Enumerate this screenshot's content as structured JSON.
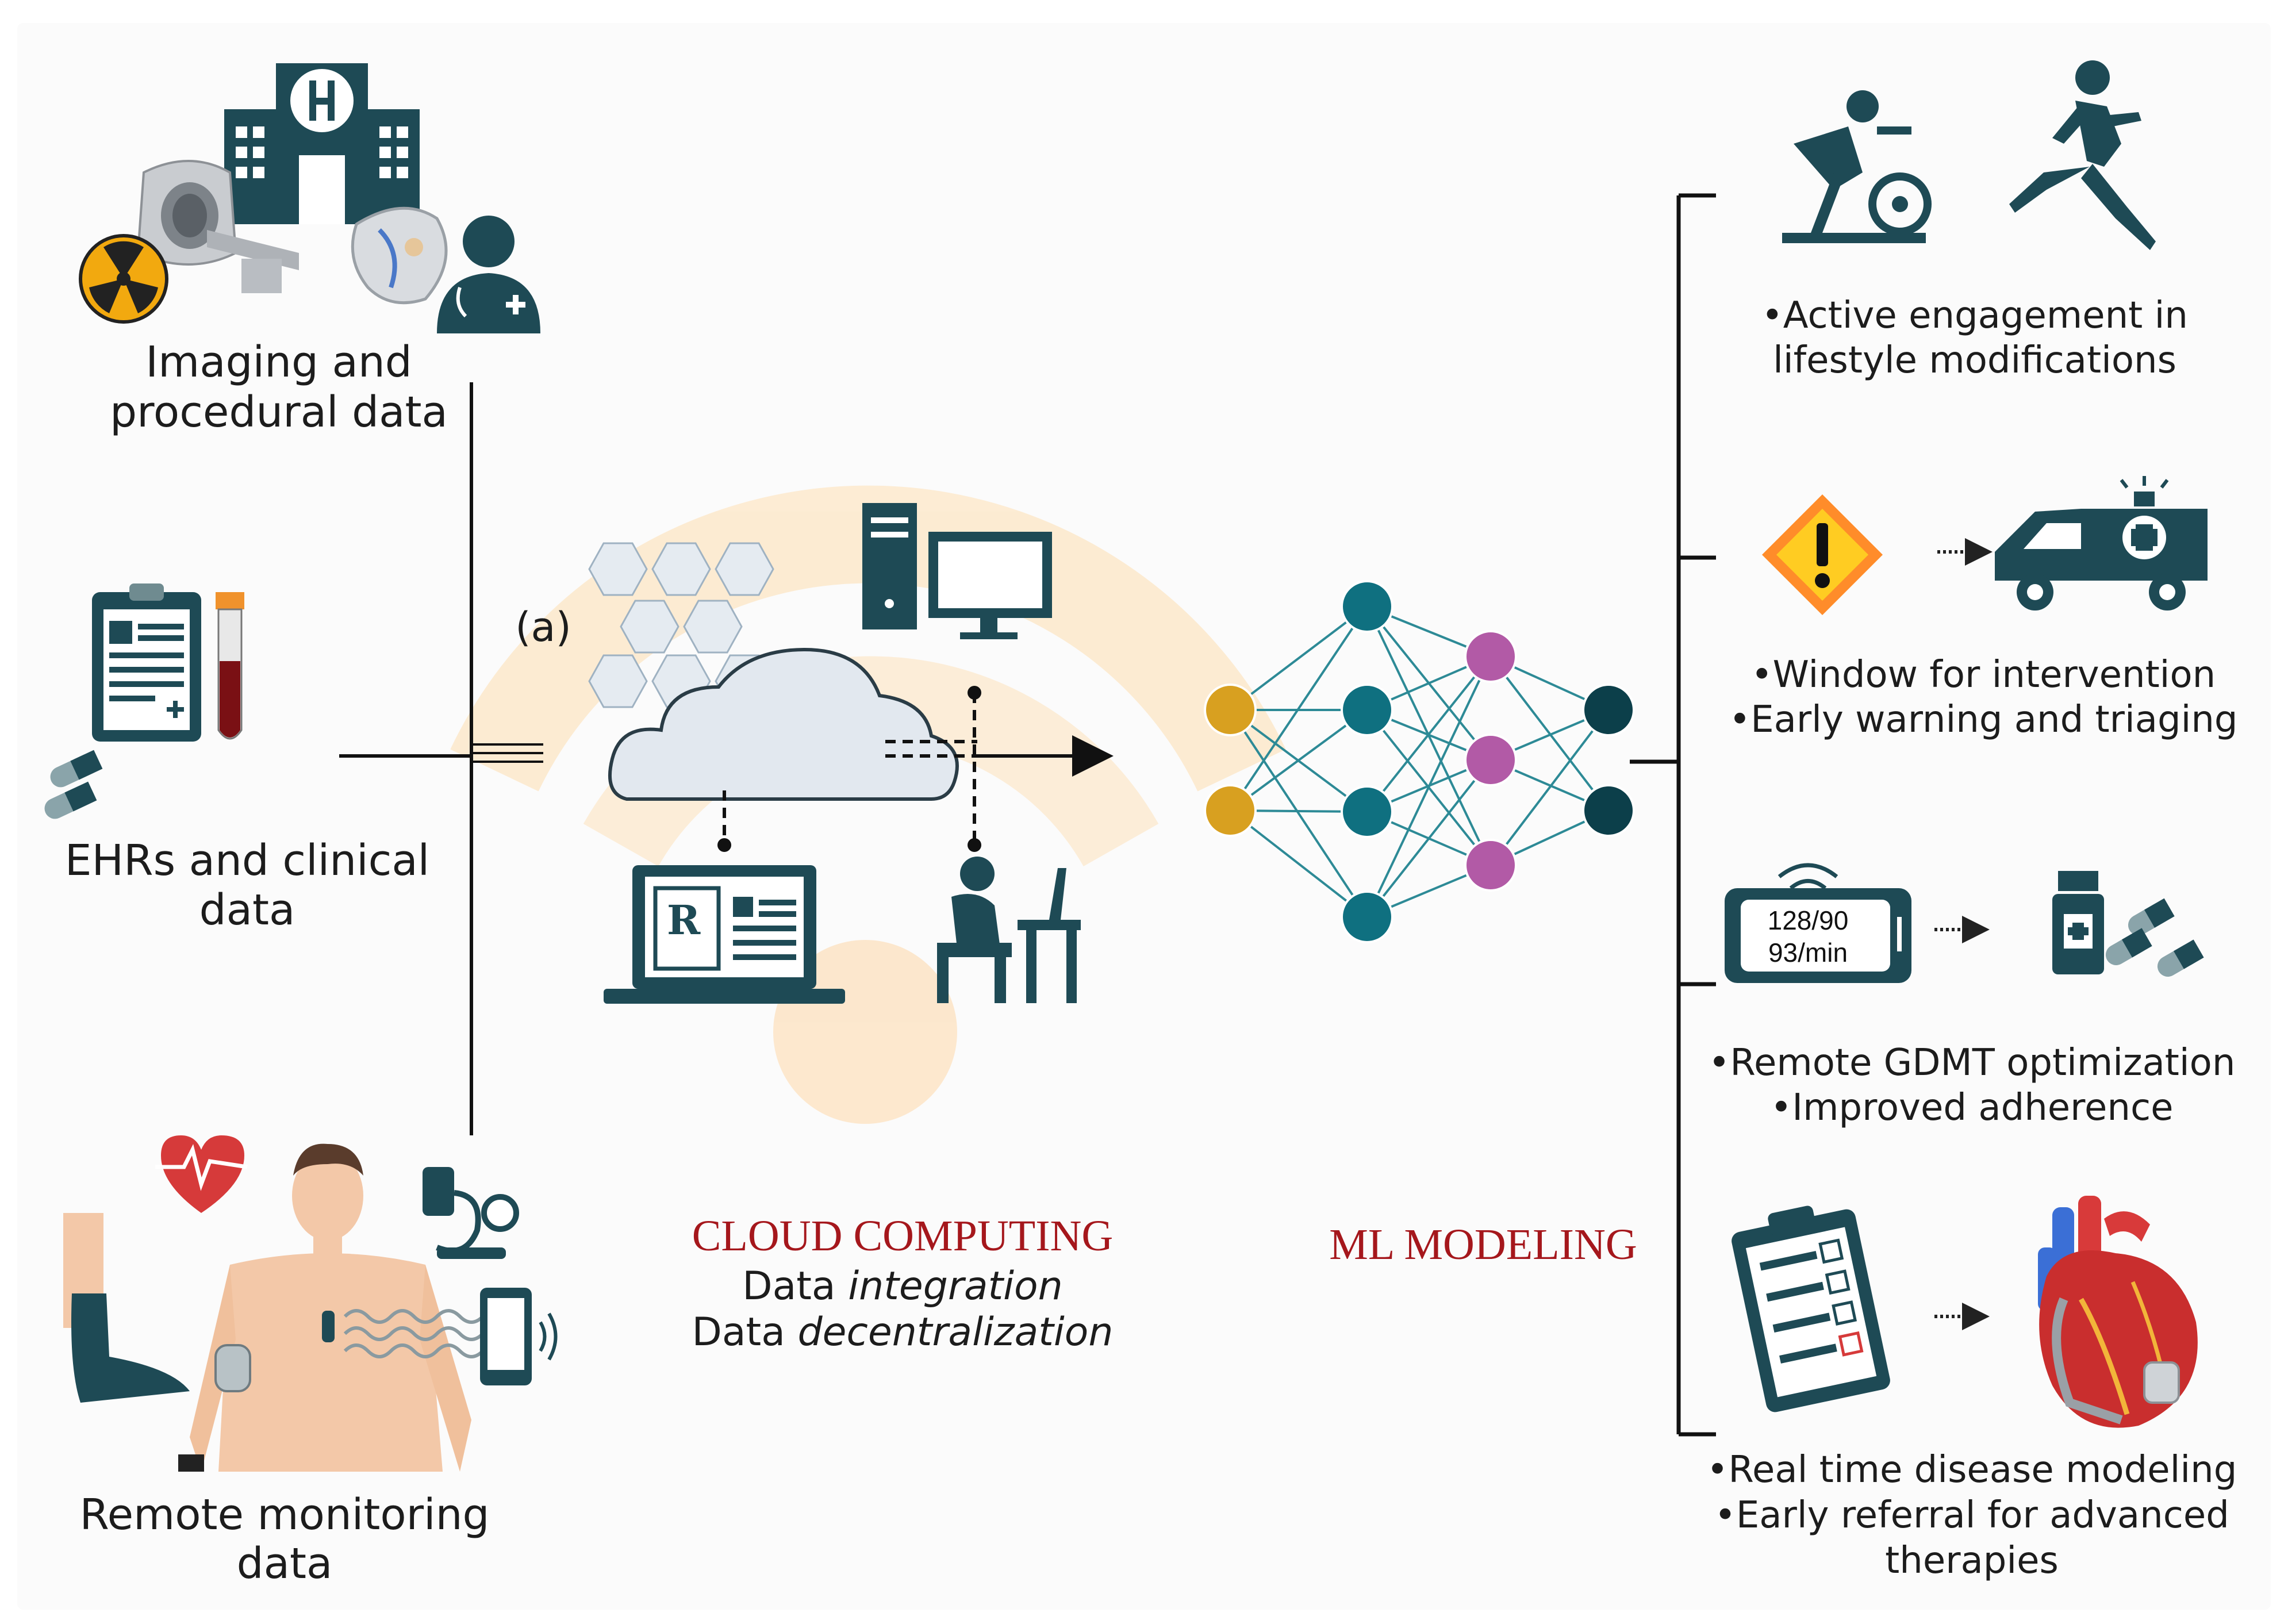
{
  "colors": {
    "panel_background": "#fbfbfb",
    "icon_dark": "#1e4a55",
    "teal_node": "#0f7080",
    "gold_node": "#d8a020",
    "magenta_node": "#b25aa6",
    "dark_teal_node": "#0c3f4a",
    "title_red": "#a5171c",
    "warning_orange": "#ff8c2a",
    "warning_yellow": "#ffcc22",
    "heart_red": "#d63a3a",
    "wifi_halo": "#fde7c6"
  },
  "inputs": {
    "imaging": {
      "line1": "Imaging and",
      "line2": "procedural data",
      "icons": [
        "hospital-icon",
        "mri-scanner-icon",
        "radiation-icon",
        "heart-device-icon",
        "doctor-icon"
      ]
    },
    "ehr": {
      "line1": "EHRs and clinical",
      "line2": "data",
      "icons": [
        "clipboard-icon",
        "blood-tube-icon",
        "pill-capsules-icon"
      ]
    },
    "remote": {
      "line1": "Remote monitoring",
      "line2": "data",
      "icons": [
        "heart-rate-icon",
        "patient-body-icon",
        "blood-pressure-cuff-icon",
        "smartphone-icon",
        "sock-sensor-icon"
      ]
    }
  },
  "cloud": {
    "label_a": "(a)",
    "title": "CLOUD COMPUTING",
    "line1_plain": "Data ",
    "line1_italic": "integration",
    "line2_plain": "Data ",
    "line2_italic": "decentralization",
    "icons": [
      "cloud-icon",
      "computer-icon",
      "laptop-prescription-icon",
      "user-at-desk-icon",
      "hexagon-network-icon"
    ]
  },
  "ml": {
    "title": "ML MODELING",
    "layers": [
      2,
      4,
      3,
      2
    ]
  },
  "outputs": [
    {
      "line1": "•Active engagement in",
      "line2": "lifestyle modifications",
      "icons": [
        "exercise-bike-icon",
        "runner-icon"
      ]
    },
    {
      "line1": "•Window for intervention",
      "line2": "•Early warning and triaging",
      "icons": [
        "warning-icon",
        "ambulance-icon"
      ]
    },
    {
      "line1": "•Remote GDMT optimization",
      "line2": "•Improved adherence",
      "icons": [
        "monitor-device-icon",
        "medication-icon"
      ],
      "bp": "128/90",
      "hr": "93/min"
    },
    {
      "line1": "•Real time disease modeling",
      "line2": "•Early referral for advanced",
      "line3": "therapies",
      "icons": [
        "checklist-icon",
        "anatomical-heart-icon"
      ]
    }
  ]
}
